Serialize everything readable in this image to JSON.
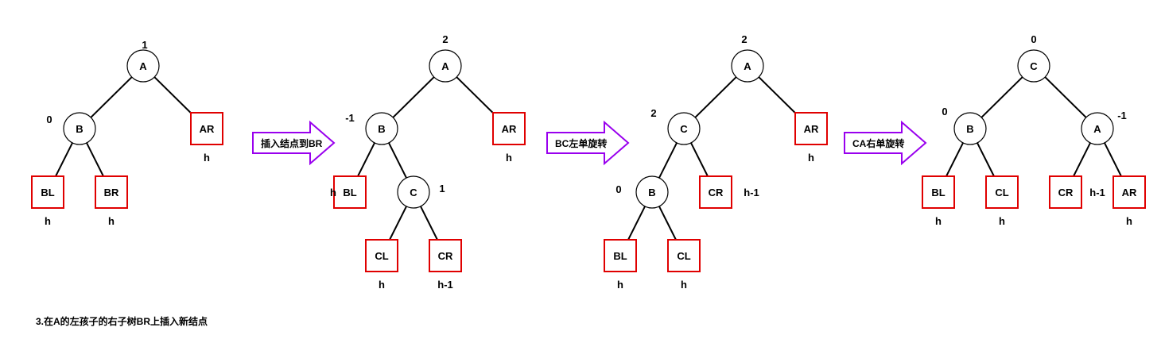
{
  "trees": [
    {
      "nodes": [
        {
          "id": "A",
          "label": "A",
          "shape": "circle",
          "bf": "1"
        },
        {
          "id": "B",
          "label": "B",
          "shape": "circle",
          "bf": "0"
        },
        {
          "id": "AR",
          "label": "AR",
          "shape": "rect",
          "height": "h"
        },
        {
          "id": "BL",
          "label": "BL",
          "shape": "rect",
          "height": "h"
        },
        {
          "id": "BR",
          "label": "BR",
          "shape": "rect",
          "height": "h"
        }
      ],
      "edges": [
        [
          "A",
          "B"
        ],
        [
          "A",
          "AR"
        ],
        [
          "B",
          "BL"
        ],
        [
          "B",
          "BR"
        ]
      ]
    },
    {
      "nodes": [
        {
          "id": "A",
          "label": "A",
          "shape": "circle",
          "bf": "2"
        },
        {
          "id": "B",
          "label": "B",
          "shape": "circle",
          "bf": "-1"
        },
        {
          "id": "AR",
          "label": "AR",
          "shape": "rect",
          "height": "h"
        },
        {
          "id": "BL",
          "label": "BL",
          "shape": "rect",
          "height": "h"
        },
        {
          "id": "C",
          "label": "C",
          "shape": "circle",
          "bf": "1"
        },
        {
          "id": "CL",
          "label": "CL",
          "shape": "rect",
          "height": "h"
        },
        {
          "id": "CR",
          "label": "CR",
          "shape": "rect",
          "height": "h-1"
        }
      ],
      "edges": [
        [
          "A",
          "B"
        ],
        [
          "A",
          "AR"
        ],
        [
          "B",
          "BL"
        ],
        [
          "B",
          "C"
        ],
        [
          "C",
          "CL"
        ],
        [
          "C",
          "CR"
        ]
      ]
    },
    {
      "nodes": [
        {
          "id": "A",
          "label": "A",
          "shape": "circle",
          "bf": "2"
        },
        {
          "id": "C",
          "label": "C",
          "shape": "circle",
          "bf": "2"
        },
        {
          "id": "AR",
          "label": "AR",
          "shape": "rect",
          "height": "h"
        },
        {
          "id": "B",
          "label": "B",
          "shape": "circle",
          "bf": "0"
        },
        {
          "id": "CR",
          "label": "CR",
          "shape": "rect",
          "height": "h-1"
        },
        {
          "id": "BL",
          "label": "BL",
          "shape": "rect",
          "height": "h"
        },
        {
          "id": "CL",
          "label": "CL",
          "shape": "rect",
          "height": "h"
        }
      ],
      "edges": [
        [
          "A",
          "C"
        ],
        [
          "A",
          "AR"
        ],
        [
          "C",
          "B"
        ],
        [
          "C",
          "CR"
        ],
        [
          "B",
          "BL"
        ],
        [
          "B",
          "CL"
        ]
      ]
    },
    {
      "nodes": [
        {
          "id": "C",
          "label": "C",
          "shape": "circle",
          "bf": "0"
        },
        {
          "id": "B",
          "label": "B",
          "shape": "circle",
          "bf": "0"
        },
        {
          "id": "A",
          "label": "A",
          "shape": "circle",
          "bf": "-1"
        },
        {
          "id": "BL",
          "label": "BL",
          "shape": "rect",
          "height": "h"
        },
        {
          "id": "CL",
          "label": "CL",
          "shape": "rect",
          "height": "h"
        },
        {
          "id": "CR",
          "label": "CR",
          "shape": "rect",
          "height": "h-1"
        },
        {
          "id": "AR",
          "label": "AR",
          "shape": "rect",
          "height": "h"
        }
      ],
      "edges": [
        [
          "C",
          "B"
        ],
        [
          "C",
          "A"
        ],
        [
          "B",
          "BL"
        ],
        [
          "B",
          "CL"
        ],
        [
          "A",
          "CR"
        ],
        [
          "A",
          "AR"
        ]
      ]
    }
  ],
  "arrows": [
    {
      "label": "插入结点到BR"
    },
    {
      "label": "BC左单旋转"
    },
    {
      "label": "CA右单旋转"
    }
  ],
  "caption": "3.在A的左孩子的右子树BR上插入新结点",
  "colors": {
    "rect_border": "#e00000",
    "arrow_border": "#9900ee",
    "edge": "#000000"
  }
}
